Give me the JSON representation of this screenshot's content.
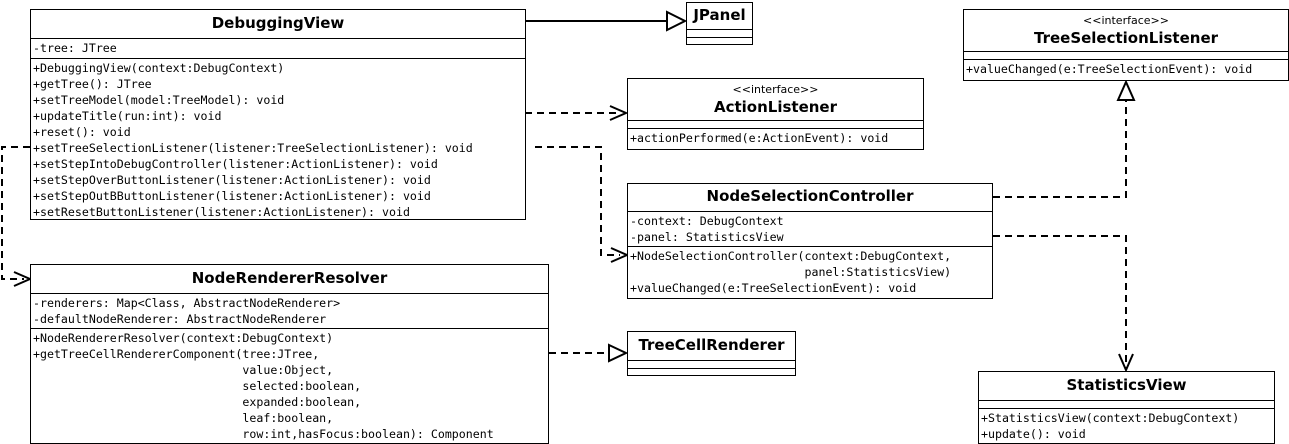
{
  "classes": {
    "debugging_view": {
      "name": "DebuggingView",
      "attributes": [
        "-tree: JTree"
      ],
      "methods": [
        "+DebuggingView(context:DebugContext)",
        "+getTree(): JTree",
        "+setTreeModel(model:TreeModel): void",
        "+updateTitle(run:int): void",
        "+reset(): void",
        "+setTreeSelectionListener(listener:TreeSelectionListener): void",
        "+setStepIntoDebugController(listener:ActionListener): void",
        "+setStepOverButtonListener(listener:ActionListener): void",
        "+setStepOutBButtonListener(listener:ActionListener): void",
        "+setResetButtonListener(listener:ActionListener): void"
      ]
    },
    "jpanel": {
      "name": "JPanel"
    },
    "action_listener": {
      "stereotype": "<<interface>>",
      "name": "ActionListener",
      "methods": [
        "+actionPerformed(e:ActionEvent): void"
      ]
    },
    "tree_selection_listener": {
      "stereotype": "<<interface>>",
      "name": "TreeSelectionListener",
      "methods": [
        "+valueChanged(e:TreeSelectionEvent): void"
      ]
    },
    "node_selection_controller": {
      "name": "NodeSelectionController",
      "attributes": [
        "-context: DebugContext",
        "-panel: StatisticsView"
      ],
      "methods": [
        "+NodeSelectionController(context:DebugContext,",
        "                         panel:StatisticsView)",
        "+valueChanged(e:TreeSelectionEvent): void"
      ]
    },
    "node_renderer_resolver": {
      "name": "NodeRendererResolver",
      "attributes": [
        "-renderers: Map<Class, AbstractNodeRenderer>",
        "-defaultNodeRenderer: AbstractNodeRenderer"
      ],
      "methods": [
        "+NodeRendererResolver(context:DebugContext)",
        "+getTreeCellRendererComponent(tree:JTree,",
        "                              value:Object,",
        "                              selected:boolean,",
        "                              expanded:boolean,",
        "                              leaf:boolean,",
        "                              row:int,hasFocus:boolean): Component"
      ]
    },
    "tree_cell_renderer": {
      "name": "TreeCellRenderer"
    },
    "statistics_view": {
      "name": "StatisticsView",
      "methods": [
        "+StatisticsView(context:DebugContext)",
        "+update(): void"
      ]
    }
  },
  "relationships": [
    {
      "from": "DebuggingView",
      "to": "JPanel",
      "type": "generalization"
    },
    {
      "from": "DebuggingView",
      "to": "ActionListener",
      "type": "dependency"
    },
    {
      "from": "DebuggingView",
      "to": "NodeSelectionController",
      "type": "dependency"
    },
    {
      "from": "DebuggingView",
      "to": "NodeRendererResolver",
      "type": "dependency"
    },
    {
      "from": "NodeRendererResolver",
      "to": "TreeCellRenderer",
      "type": "realization"
    },
    {
      "from": "NodeSelectionController",
      "to": "TreeSelectionListener",
      "type": "realization"
    },
    {
      "from": "NodeSelectionController",
      "to": "StatisticsView",
      "type": "dependency"
    }
  ]
}
